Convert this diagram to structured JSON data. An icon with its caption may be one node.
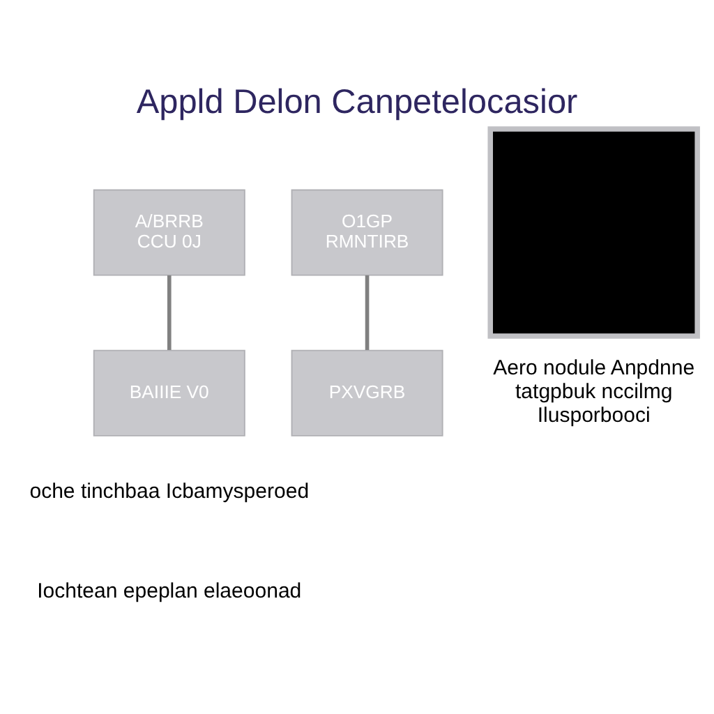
{
  "diagram": {
    "title": "Appld Delon Canpetelocasior",
    "nodes": [
      {
        "text": [
          "A/BRRB",
          "CCU 0J"
        ]
      },
      {
        "text": [
          "O1GP",
          "RMNTIRB"
        ]
      },
      {
        "text": [
          "BAIIIE V0"
        ]
      },
      {
        "text": [
          "PXVGRB"
        ]
      },
      {
        "text": [],
        "shape": "box",
        "beside": [
          "Aero nodule Anpdnne tatgpbuk nccilmg Ilusporbooci"
        ]
      }
    ],
    "edges": [
      {
        "from": 0,
        "to": 2,
        "arrow": "none"
      },
      {
        "from": 1,
        "to": 3,
        "arrow": "none"
      }
    ],
    "labels": [
      "oche tinchbaa Icbamysperoed",
      "Iochtean epeplan elaeoonad"
    ]
  }
}
